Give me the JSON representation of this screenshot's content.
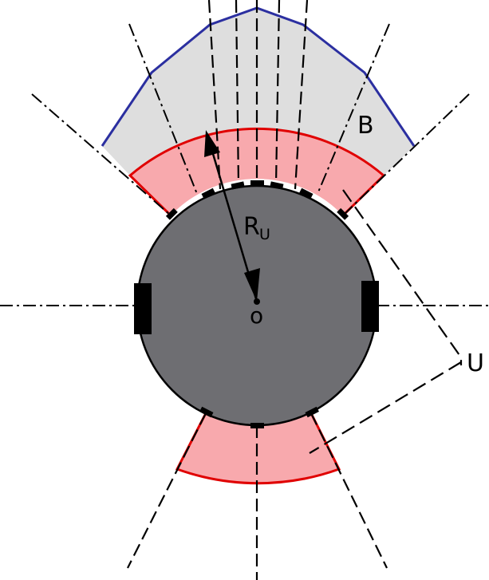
{
  "diagram": {
    "labels": {
      "region_b": "B",
      "radius_main": "R",
      "radius_sub": "U",
      "center": "o",
      "region_u": "U"
    },
    "colors": {
      "background": "#ffffff",
      "robot_body": "#6e6e72",
      "sensor_mark": "#000000",
      "zone_u_fill": "#f8a9ad",
      "zone_u_stroke": "#e00000",
      "zone_b_fill": "#dedede",
      "zone_b_stroke": "#2b2fa0",
      "lines": "#000000"
    },
    "elements": [
      "robot-body",
      "left-wheel",
      "right-wheel",
      "front-sensors",
      "rear-sensors",
      "front-sensing-zone",
      "rear-sensing-zone",
      "outer-boundary-zone",
      "radius-arrow",
      "center-point"
    ]
  }
}
